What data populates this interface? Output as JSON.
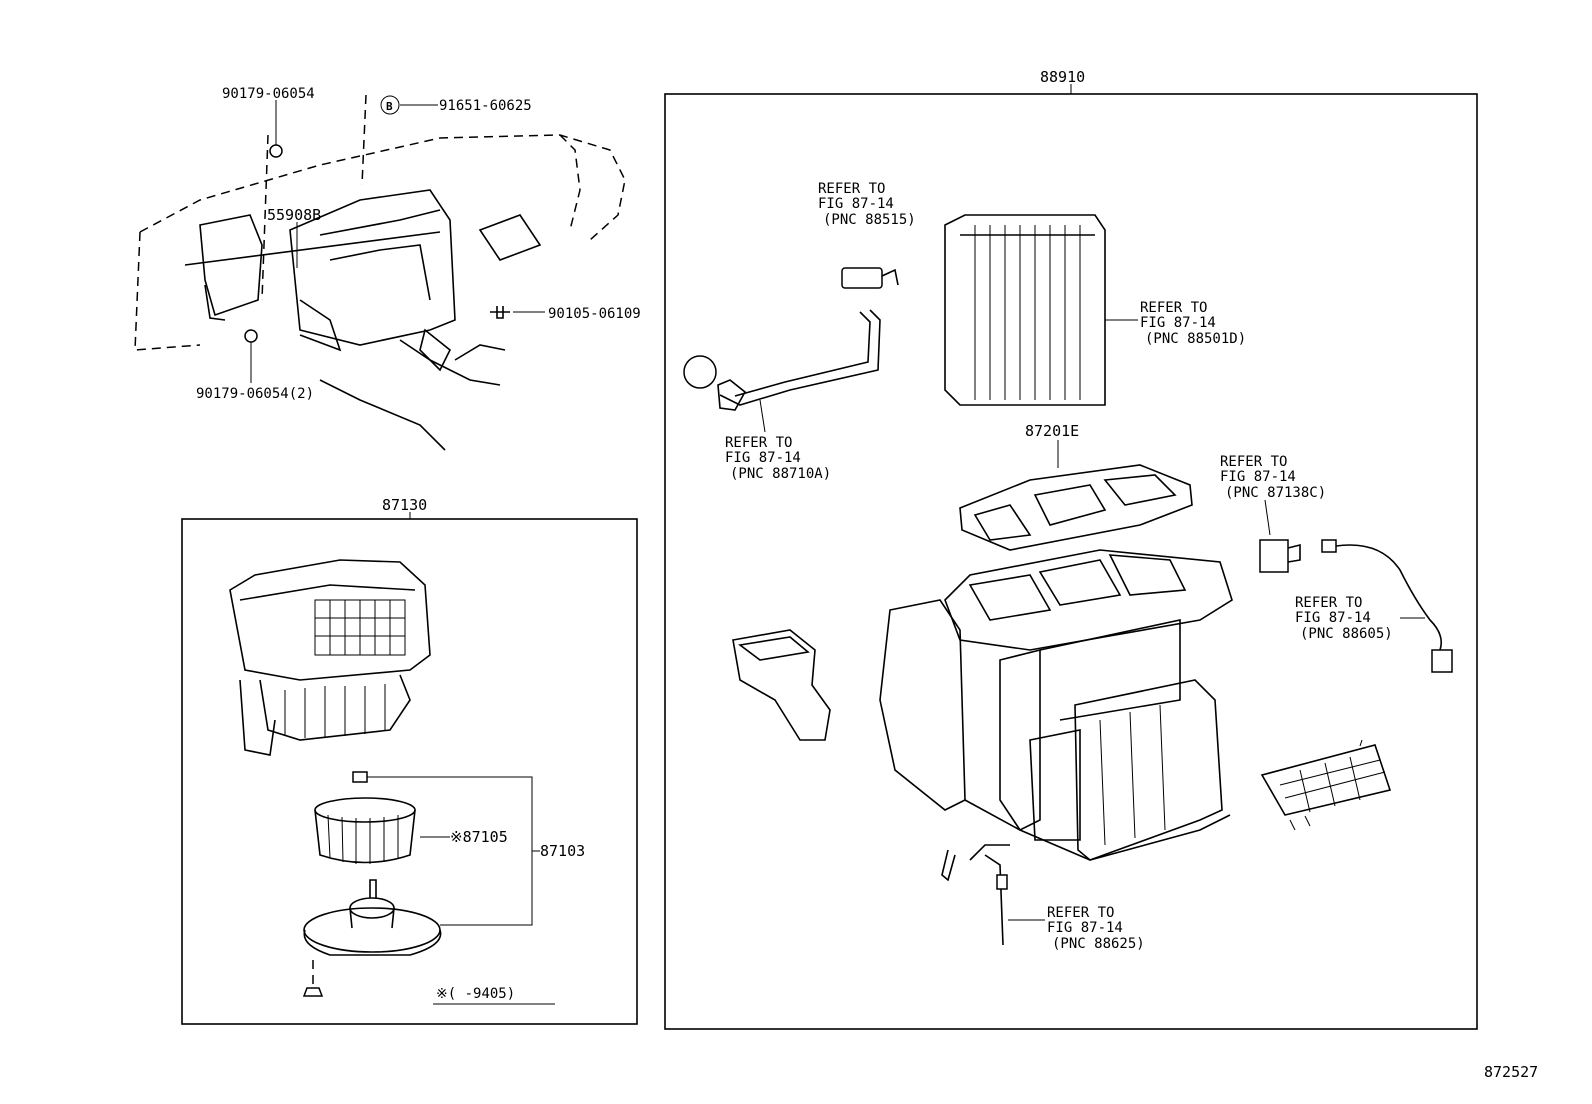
{
  "labels": {
    "p90179_top": "90179-06054",
    "p91651": "91651-60625",
    "bolt_b": "B",
    "p55908": "55908B",
    "p90105": "90105-06109",
    "p90179_bot": "90179-06054(2)",
    "p88910": "88910",
    "p87201": "87201E",
    "p87130": "87130",
    "p87105": "※87105",
    "p87103": "87103",
    "note_9405": "※(    -9405)",
    "fig_id": "872527"
  },
  "refs": {
    "r88515": [
      "REFER TO",
      "FIG 87-14",
      "(PNC 88515)"
    ],
    "r88501d": [
      "REFER TO",
      "FIG 87-14",
      "(PNC 88501D)"
    ],
    "r88710a": [
      "REFER TO",
      "FIG 87-14",
      "(PNC 88710A)"
    ],
    "r87138c": [
      "REFER TO",
      "FIG 87-14",
      "(PNC 87138C)"
    ],
    "r88605": [
      "REFER TO",
      "FIG 87-14",
      "(PNC 88605)"
    ],
    "r88625": [
      "REFER TO",
      "FIG 87-14",
      "(PNC 88625)"
    ]
  }
}
